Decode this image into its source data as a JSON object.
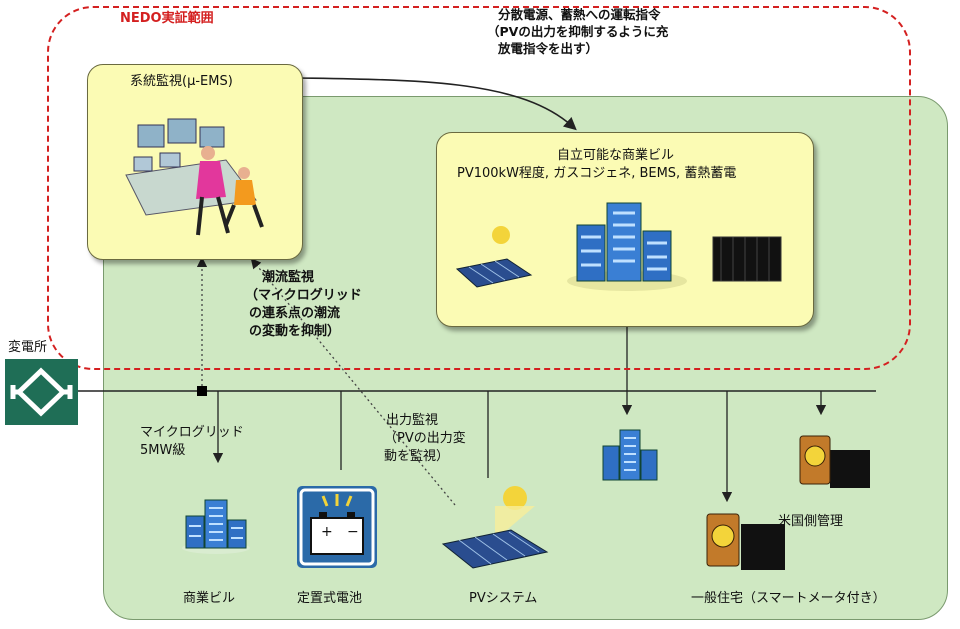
{
  "labels": {
    "nedo_scope": "NEDO実証範囲",
    "dispatch_line1": "分散電源、蓄熱への運転指令",
    "dispatch_line2": "（PVの出力を抑制するように充",
    "dispatch_line3": "放電指令を出す）",
    "ems_title": "系統監視(μ-EMS)",
    "commercial_line1": "自立可能な商業ビル",
    "commercial_line2": "PV100kW程度, ガスコジェネ, BEMS, 蓄熱蓄電",
    "flow_monitor_line1": "潮流監視",
    "flow_monitor_line2": "（マイクログリッド",
    "flow_monitor_line3": "の連系点の潮流",
    "flow_monitor_line4": "の変動を抑制）",
    "substation": "変電所",
    "microgrid_line1": "マイクログリッド",
    "microgrid_line2": "5MW級",
    "output_monitor_line1": "出力監視",
    "output_monitor_line2": "（PVの出力変",
    "output_monitor_line3": "動を監視）",
    "us_side_management": "米国側管理",
    "commercial_building": "商業ビル",
    "stationary_battery": "定置式電池",
    "pv_system": "PVシステム",
    "residential": "一般住宅（スマートメータ付き）"
  },
  "colors": {
    "green_area": "#cfe8c2",
    "nedo_boundary": "#d42020",
    "yellow_box": "#fbfbb4",
    "substation": "#1f6e56",
    "battery": "#2b6aa8",
    "building_blue": "#2f6fc4"
  },
  "icons": [
    "substation-icon",
    "operators-icon",
    "building-icon",
    "pv-panel-icon",
    "sun-icon",
    "storage-unit-icon",
    "battery-icon",
    "smart-meter-icon",
    "house-icon",
    "junction-node"
  ]
}
